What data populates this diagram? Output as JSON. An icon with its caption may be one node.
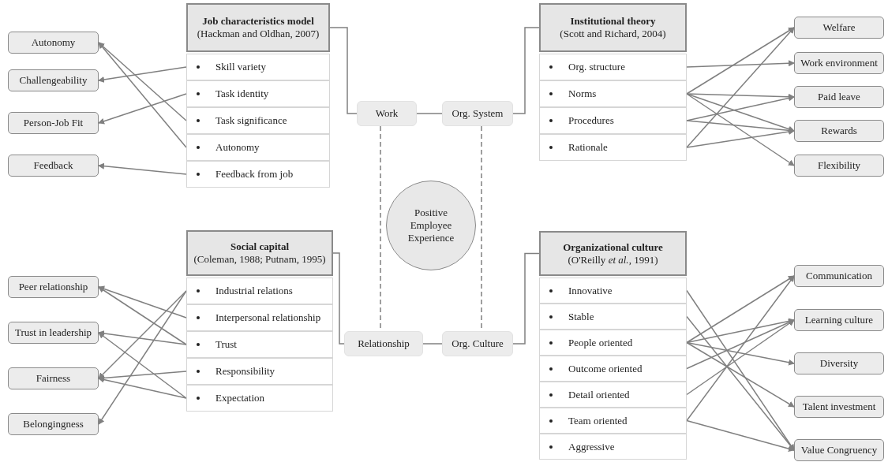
{
  "diagram": {
    "nodes": [
      {
        "text": [
          "Autonomy"
        ]
      },
      {
        "text": [
          "Challengeability"
        ]
      },
      {
        "text": [
          "Person-Job Fit"
        ]
      },
      {
        "text": [
          "Feedback"
        ]
      },
      {
        "text": [
          "Job characteristics model",
          "(Hackman and Oldhan, 2007)"
        ]
      },
      {
        "text": [
          "Skill variety"
        ]
      },
      {
        "text": [
          "Task identity"
        ]
      },
      {
        "text": [
          "Task significance"
        ]
      },
      {
        "text": [
          "Autonomy"
        ]
      },
      {
        "text": [
          "Feedback from job"
        ]
      },
      {
        "text": [
          "Work"
        ]
      },
      {
        "text": [
          "Org. System"
        ]
      },
      {
        "text": [
          "Institutional theory",
          "(Scott and Richard, 2004)"
        ]
      },
      {
        "text": [
          "Org. structure"
        ]
      },
      {
        "text": [
          "Norms"
        ]
      },
      {
        "text": [
          "Procedures"
        ]
      },
      {
        "text": [
          "Rationale"
        ]
      },
      {
        "text": [
          "Welfare"
        ]
      },
      {
        "text": [
          "Work environment"
        ]
      },
      {
        "text": [
          "Paid leave"
        ]
      },
      {
        "text": [
          "Rewards"
        ]
      },
      {
        "text": [
          "Flexibility"
        ]
      },
      {
        "text": [
          "Positive Employee Experience"
        ]
      },
      {
        "text": [
          "Peer relationship"
        ]
      },
      {
        "text": [
          "Trust in leadership"
        ]
      },
      {
        "text": [
          "Fairness"
        ]
      },
      {
        "text": [
          "Belongingness"
        ]
      },
      {
        "text": [
          "Social capital",
          "(Coleman, 1988; Putnam, 1995)"
        ]
      },
      {
        "text": [
          "Industrial relations"
        ]
      },
      {
        "text": [
          "Interpersonal relationship"
        ]
      },
      {
        "text": [
          "Trust"
        ]
      },
      {
        "text": [
          "Responsibility"
        ]
      },
      {
        "text": [
          "Expectation"
        ]
      },
      {
        "text": [
          "Relationship"
        ]
      },
      {
        "text": [
          "Org. Culture"
        ]
      },
      {
        "text": [
          "Organizational culture",
          "(O'Reilly *et al.*, 1991)"
        ]
      },
      {
        "text": [
          "Innovative"
        ]
      },
      {
        "text": [
          "Stable"
        ]
      },
      {
        "text": [
          "People oriented"
        ]
      },
      {
        "text": [
          "Outcome oriented"
        ]
      },
      {
        "text": [
          "Detail oriented"
        ]
      },
      {
        "text": [
          "Team oriented"
        ]
      },
      {
        "text": [
          "Aggressive"
        ]
      },
      {
        "text": [
          "Communication"
        ]
      },
      {
        "text": [
          "Learning culture"
        ]
      },
      {
        "text": [
          "Diversity"
        ]
      },
      {
        "text": [
          "Talent investment"
        ]
      },
      {
        "text": [
          "Value Congruency"
        ]
      }
    ],
    "edges": [
      {
        "from": 5,
        "to": 1,
        "arrow": "to"
      },
      {
        "from": 6,
        "to": 2,
        "arrow": "to"
      },
      {
        "from": 7,
        "to": 0,
        "arrow": "to"
      },
      {
        "from": 8,
        "to": 0,
        "arrow": "to"
      },
      {
        "from": 9,
        "to": 3,
        "arrow": "to"
      },
      {
        "from": 4,
        "to": 10,
        "arrow": "none"
      },
      {
        "from": 10,
        "to": 11,
        "arrow": "none"
      },
      {
        "from": 11,
        "to": 12,
        "arrow": "none"
      },
      {
        "from": 13,
        "to": 18,
        "arrow": "to"
      },
      {
        "from": 14,
        "to": 17,
        "arrow": "to"
      },
      {
        "from": 14,
        "to": 19,
        "arrow": "to"
      },
      {
        "from": 14,
        "to": 20,
        "arrow": "to"
      },
      {
        "from": 14,
        "to": 21,
        "arrow": "to"
      },
      {
        "from": 15,
        "to": 19,
        "arrow": "to"
      },
      {
        "from": 15,
        "to": 20,
        "arrow": "to"
      },
      {
        "from": 16,
        "to": 17,
        "arrow": "to"
      },
      {
        "from": 16,
        "to": 20,
        "arrow": "to"
      },
      {
        "from": 10,
        "to": 33,
        "arrow": "none",
        "style": "dashed"
      },
      {
        "from": 11,
        "to": 34,
        "arrow": "none",
        "style": "dashed"
      },
      {
        "from": 27,
        "to": 33,
        "arrow": "none"
      },
      {
        "from": 33,
        "to": 34,
        "arrow": "none"
      },
      {
        "from": 34,
        "to": 35,
        "arrow": "none"
      },
      {
        "from": 28,
        "to": 25,
        "arrow": "to"
      },
      {
        "from": 28,
        "to": 26,
        "arrow": "to"
      },
      {
        "from": 29,
        "to": 23,
        "arrow": "to"
      },
      {
        "from": 30,
        "to": 23,
        "arrow": "to"
      },
      {
        "from": 30,
        "to": 24,
        "arrow": "to"
      },
      {
        "from": 31,
        "to": 25,
        "arrow": "to"
      },
      {
        "from": 32,
        "to": 25,
        "arrow": "to"
      },
      {
        "from": 32,
        "to": 24,
        "arrow": "to"
      },
      {
        "from": 36,
        "to": 47,
        "arrow": "to"
      },
      {
        "from": 37,
        "to": 47,
        "arrow": "to"
      },
      {
        "from": 38,
        "to": 43,
        "arrow": "to"
      },
      {
        "from": 38,
        "to": 44,
        "arrow": "to"
      },
      {
        "from": 38,
        "to": 45,
        "arrow": "to"
      },
      {
        "from": 38,
        "to": 46,
        "arrow": "to"
      },
      {
        "from": 39,
        "to": 44,
        "arrow": "to"
      },
      {
        "from": 40,
        "to": 44,
        "arrow": "to"
      },
      {
        "from": 41,
        "to": 43,
        "arrow": "to"
      },
      {
        "from": 41,
        "to": 47,
        "arrow": "to"
      }
    ]
  }
}
